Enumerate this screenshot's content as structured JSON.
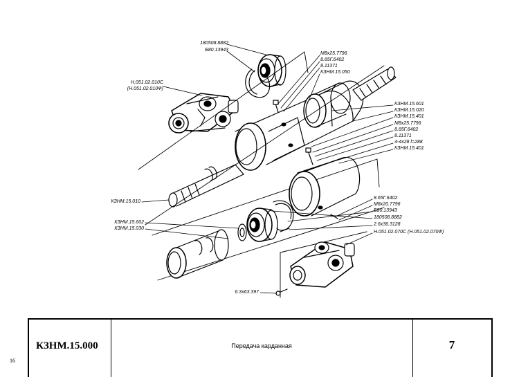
{
  "labels": {
    "bearing_top": "180508.8882",
    "bolt_top_size": "Б80.13943",
    "fork_top": "Н.051.02.010С",
    "fork_top_alt": "(Н.051.02.010Ф)",
    "bolt_m8_top": "М8х25.7796",
    "washer_top": "8.65Г.6402",
    "nut_top": "8.11371",
    "part_050": "КЗНМ.15.050",
    "part_601": "КЗНМ.15.601",
    "part_020": "КЗНМ.15.020",
    "part_401a": "КЗНМ.15.401",
    "bolt_m8_mid": "М8х25.7796",
    "washer_mid": "8.65Г.6402",
    "nut_mid": "8.11371",
    "chain": "4-4х28 l=288",
    "part_401b": "КЗНМ.15.401",
    "part_010": "КЗНМ.15.010",
    "washer_low": "8.65Г.6402",
    "bolt_m8_low": "М8х20.7796",
    "bolt_low": "Б80.13943",
    "bearing_low": "180508.8882",
    "pin_low": "2.6х36.3128",
    "fork_low": "Н.051.02.070С (Н.051.02.070Ф)",
    "part_602": "КЗНМ.15.602",
    "part_030": "КЗНМ.15.030",
    "pin_bottom": "6.3х63.397"
  },
  "title_block": {
    "code": "КЗНМ.15.000",
    "name": "Передача карданная",
    "sheet": "7"
  },
  "page_number": "16"
}
